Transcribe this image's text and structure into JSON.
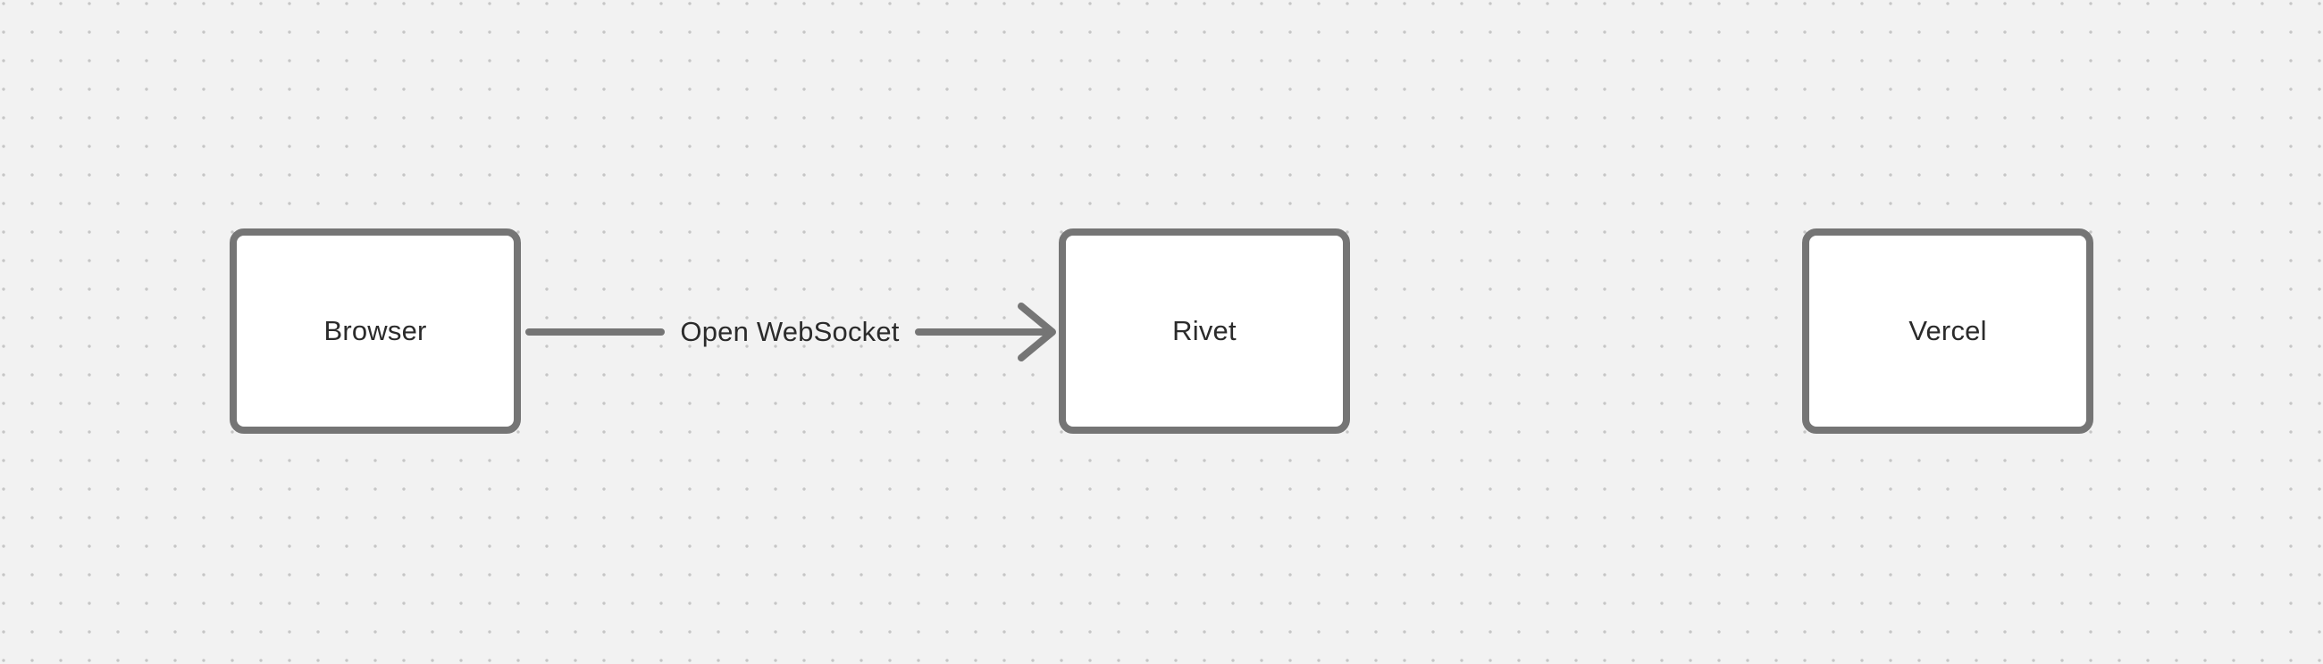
{
  "canvas": {
    "colors": {
      "background": "#f2f2f2",
      "dot": "#c6c6c6",
      "stroke": "#757575",
      "node-fill": "#ffffff",
      "text": "#2b2b2b"
    }
  },
  "nodes": [
    {
      "id": "browser",
      "label": "Browser"
    },
    {
      "id": "rivet",
      "label": "Rivet"
    },
    {
      "id": "vercel",
      "label": "Vercel"
    }
  ],
  "edges": [
    {
      "from": "browser",
      "to": "rivet",
      "label": "Open WebSocket"
    }
  ]
}
